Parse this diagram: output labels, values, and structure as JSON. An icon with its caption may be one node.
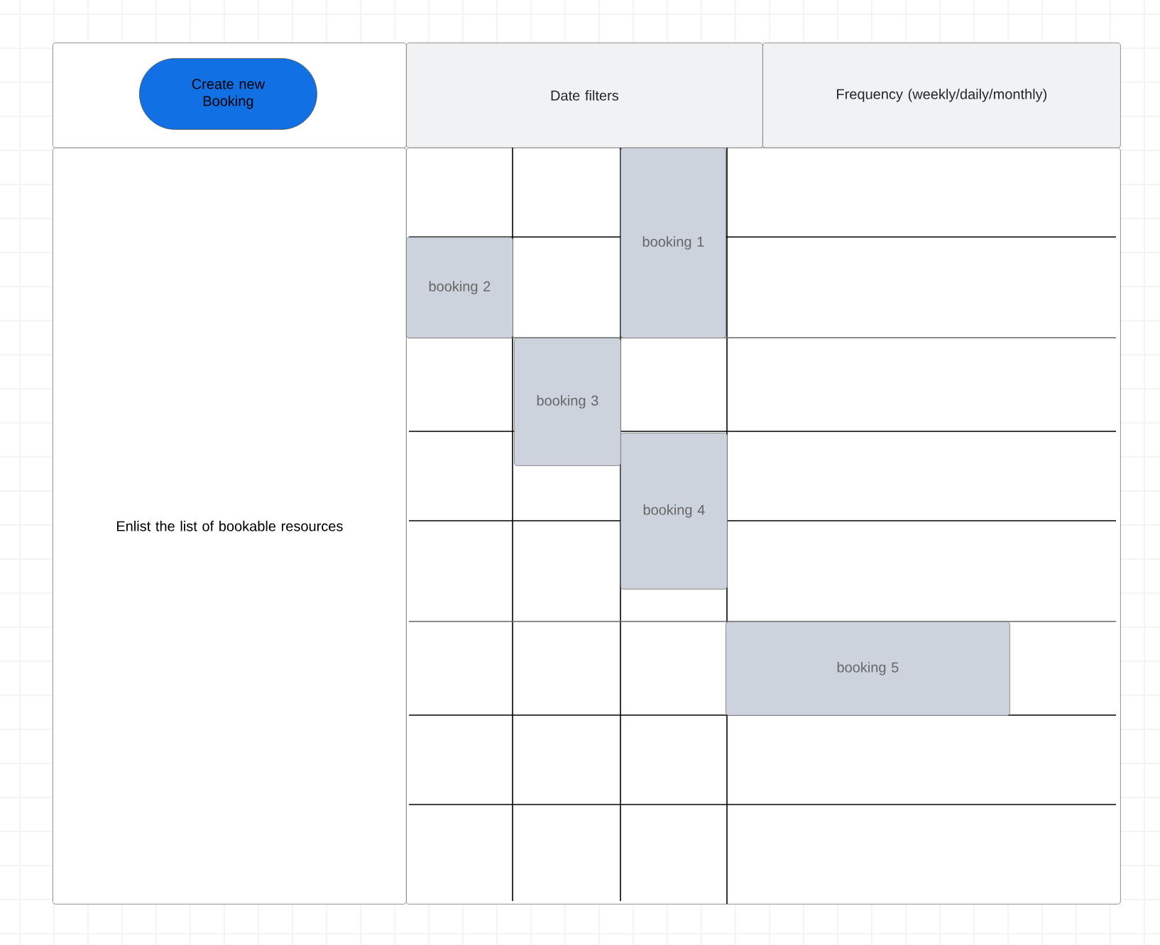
{
  "diagram": {
    "nodes": [
      {
        "text": [],
        "shape": "box"
      },
      {
        "text": [
          "Create new Booking"
        ],
        "in": 0
      },
      {
        "text": [
          "Date filters"
        ]
      },
      {
        "text": [
          "Frequency (weekly/daily/monthly)"
        ]
      },
      {
        "text": [
          "Enlist the list of bookable resources"
        ]
      },
      {
        "text": [],
        "shape": "box"
      },
      {
        "text": [
          "booking 1"
        ],
        "in": 5
      },
      {
        "text": [
          "booking 2"
        ],
        "in": 5
      },
      {
        "text": [
          "booking 3"
        ],
        "in": 5
      },
      {
        "text": [
          "booking 4"
        ],
        "in": 5
      },
      {
        "text": [
          "booking 5"
        ],
        "in": 5
      }
    ],
    "edges": []
  }
}
